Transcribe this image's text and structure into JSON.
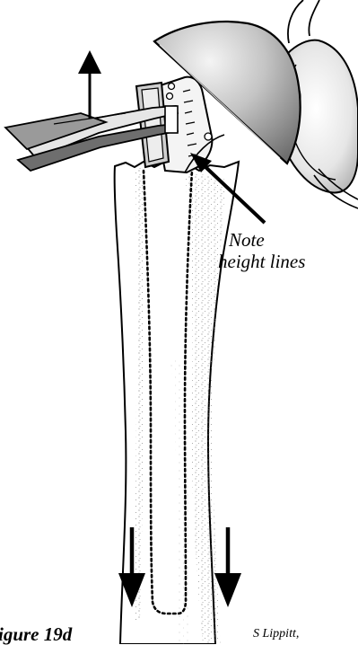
{
  "annotation": {
    "line1": "Note",
    "line2": "height lines"
  },
  "figure_label": "igure 19d",
  "signature": "S Lippitt,",
  "colors": {
    "ink": "#000000",
    "stipple": "#8a8a8a",
    "head_light": "#e2e2e2",
    "head_dark": "#8c8c8c",
    "glenoid": "#dcdcdc"
  }
}
